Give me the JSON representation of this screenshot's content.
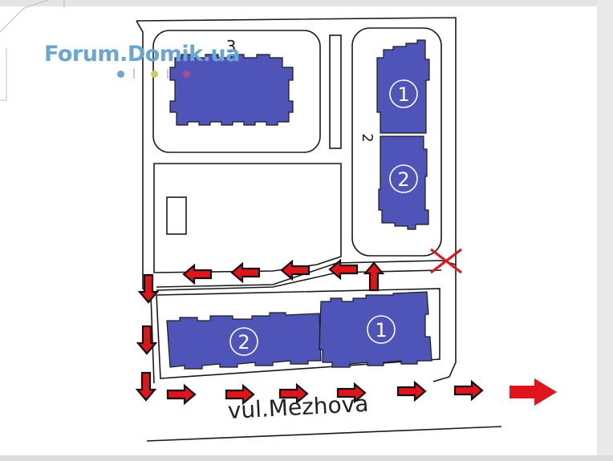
{
  "watermark": {
    "text": "Forum.Domik.ua"
  },
  "map": {
    "street_label": "vul.Mezhova",
    "labels": {
      "parcel_top": "3",
      "parcel_side": "2"
    },
    "buildings": [
      {
        "id": "top-left",
        "label": ""
      },
      {
        "id": "right-upper",
        "label": "1"
      },
      {
        "id": "right-lower",
        "label": "2"
      },
      {
        "id": "bottom-left",
        "label": "2"
      },
      {
        "id": "bottom-right",
        "label": "1"
      }
    ]
  },
  "colors": {
    "building_fill": "#4f55b8",
    "arrow_fill": "#e0141b",
    "blocked_marker": "#e0141b",
    "watermark": "#6aa6d3",
    "line": "#1a1a1a"
  },
  "icons": {
    "route_arrow": "arrow-icon",
    "blocked": "cross-icon"
  }
}
